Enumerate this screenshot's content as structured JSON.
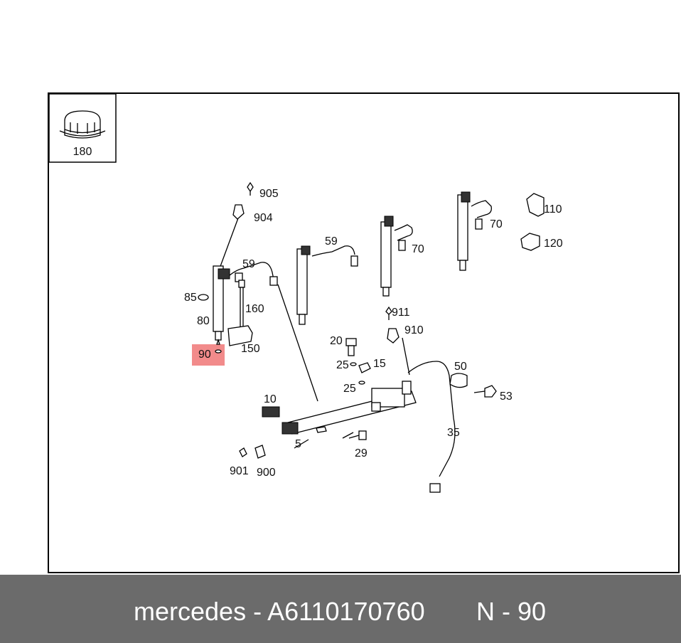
{
  "inset": {
    "label": "180"
  },
  "callouts": [
    {
      "id": "905",
      "text": "905"
    },
    {
      "id": "904",
      "text": "904"
    },
    {
      "id": "59a",
      "text": "59"
    },
    {
      "id": "59b",
      "text": "59"
    },
    {
      "id": "70a",
      "text": "70"
    },
    {
      "id": "70b",
      "text": "70"
    },
    {
      "id": "110",
      "text": "110"
    },
    {
      "id": "120",
      "text": "120"
    },
    {
      "id": "85",
      "text": "85"
    },
    {
      "id": "80",
      "text": "80"
    },
    {
      "id": "160",
      "text": "160"
    },
    {
      "id": "150",
      "text": "150"
    },
    {
      "id": "90",
      "text": "90"
    },
    {
      "id": "911",
      "text": "911"
    },
    {
      "id": "910",
      "text": "910"
    },
    {
      "id": "20",
      "text": "20"
    },
    {
      "id": "25a",
      "text": "25"
    },
    {
      "id": "15",
      "text": "15"
    },
    {
      "id": "25b",
      "text": "25"
    },
    {
      "id": "50",
      "text": "50"
    },
    {
      "id": "53",
      "text": "53"
    },
    {
      "id": "10",
      "text": "10"
    },
    {
      "id": "5",
      "text": "5"
    },
    {
      "id": "29",
      "text": "29"
    },
    {
      "id": "35",
      "text": "35"
    },
    {
      "id": "901",
      "text": "901"
    },
    {
      "id": "900",
      "text": "900"
    }
  ],
  "highlight": {
    "label": "90",
    "color": "#f28b8b"
  },
  "footer": {
    "brand_part": "mercedes - A6110170760",
    "position": "N - 90",
    "background": "#6b6b6b"
  }
}
